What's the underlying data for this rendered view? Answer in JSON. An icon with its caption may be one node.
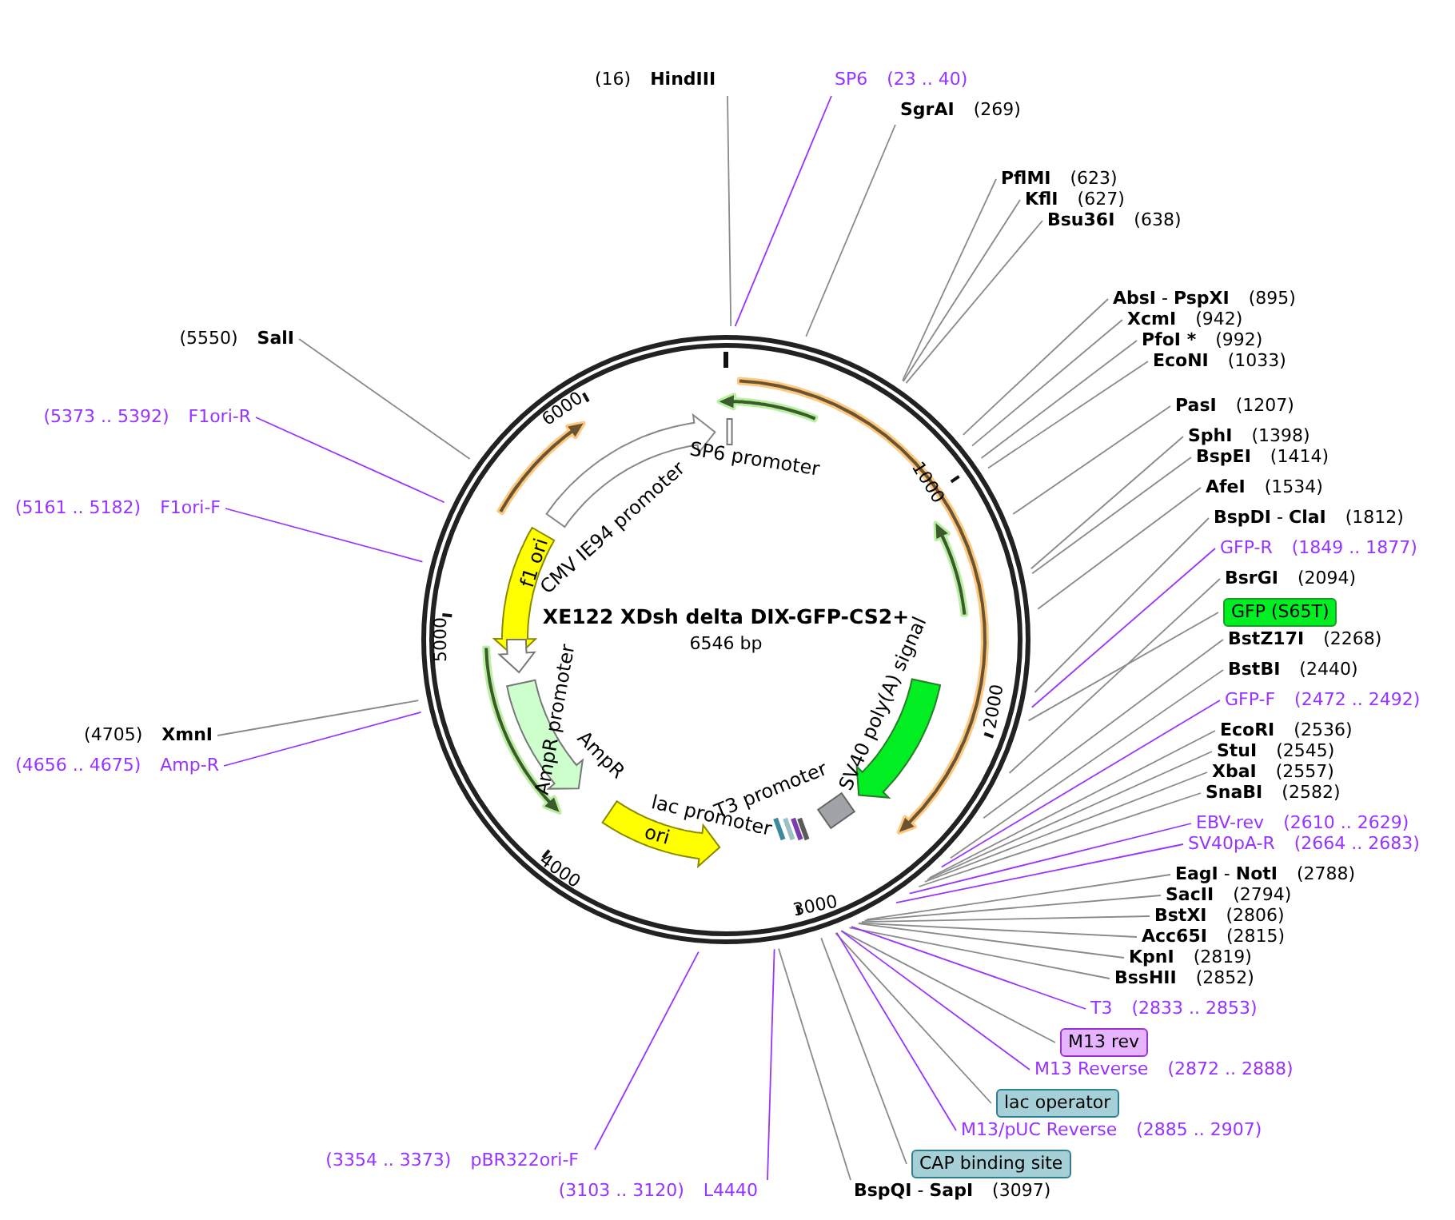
{
  "diagram": {
    "title": "XE122 XDsh delta DIX-GFP-CS2+",
    "nodes": [
      {
        "text": [
          "(16)",
          "HindIII"
        ]
      },
      {
        "text": [
          "SP6",
          "(23 .. 40)"
        ]
      },
      {
        "text": [
          "SgrAI",
          "(269)"
        ]
      },
      {
        "text": [
          "PflMI",
          "(623)"
        ]
      },
      {
        "text": [
          "KflI",
          "(627)"
        ]
      },
      {
        "text": [
          "Bsu36I",
          "(638)"
        ]
      },
      {
        "text": [
          "**AbsI** - **PspXI**",
          "(895)"
        ]
      },
      {
        "text": [
          "XcmI",
          "(942)"
        ]
      },
      {
        "text": [
          "PfoI *",
          "(992)"
        ]
      },
      {
        "text": [
          "EcoNI",
          "(1033)"
        ]
      },
      {
        "text": [
          "PasI",
          "(1207)"
        ]
      },
      {
        "text": [
          "SphI",
          "(1398)"
        ]
      },
      {
        "text": [
          "BspEI",
          "(1414)"
        ]
      },
      {
        "text": [
          "AfeI",
          "(1534)"
        ]
      },
      {
        "text": [
          "**BspDI** - **ClaI**",
          "(1812)"
        ]
      },
      {
        "text": [
          "GFP-R",
          "(1849 .. 1877)"
        ]
      },
      {
        "text": [
          "BsrGI",
          "(2094)"
        ]
      },
      {
        "text": [
          "GFP (S65T)"
        ]
      },
      {
        "text": [
          "BstZ17I",
          "(2268)"
        ]
      },
      {
        "text": [
          "BstBI",
          "(2440)"
        ]
      },
      {
        "text": [
          "GFP-F",
          "(2472 .. 2492)"
        ]
      },
      {
        "text": [
          "EcoRI",
          "(2536)"
        ]
      },
      {
        "text": [
          "StuI",
          "(2545)"
        ]
      },
      {
        "text": [
          "XbaI",
          "(2557)"
        ]
      },
      {
        "text": [
          "SnaBI",
          "(2582)"
        ]
      },
      {
        "text": [
          "EBV-rev",
          "(2610 .. 2629)"
        ]
      },
      {
        "text": [
          "SV40pA-R",
          "(2664 .. 2683)"
        ]
      },
      {
        "text": [
          "**EagI** - **NotI**",
          "(2788)"
        ]
      },
      {
        "text": [
          "SacII",
          "(2794)"
        ]
      },
      {
        "text": [
          "BstXI",
          "(2806)"
        ]
      },
      {
        "text": [
          "Acc65I",
          "(2815)"
        ]
      },
      {
        "text": [
          "KpnI",
          "(2819)"
        ]
      },
      {
        "text": [
          "BssHII",
          "(2852)"
        ]
      },
      {
        "text": [
          "T3",
          "(2833 .. 2853)"
        ]
      },
      {
        "text": [
          "M13 rev"
        ]
      },
      {
        "text": [
          "M13 Reverse",
          "(2872 .. 2888)"
        ]
      },
      {
        "text": [
          "lac operator"
        ]
      },
      {
        "text": [
          "M13/pUC Reverse",
          "(2885 .. 2907)"
        ]
      },
      {
        "text": [
          "CAP binding site"
        ]
      },
      {
        "text": [
          "**BspQI** - **SapI**",
          "(3097)"
        ]
      },
      {
        "text": [
          "(3103 .. 3120)",
          "L4440"
        ]
      },
      {
        "text": [
          "(3354 .. 3373)",
          "pBR322ori-F"
        ]
      },
      {
        "text": [
          "(4656 .. 4675)",
          "Amp-R"
        ]
      },
      {
        "text": [
          "(4705)",
          "XmnI"
        ]
      },
      {
        "text": [
          "(5161 .. 5182)",
          "F1ori-F"
        ]
      },
      {
        "text": [
          "(5373 .. 5392)",
          "F1ori-R"
        ]
      },
      {
        "text": [
          "(5550)",
          "SalI"
        ]
      },
      {
        "text": [
          "SP6 promoter"
        ]
      },
      {
        "text": [
          "CMV IE94 promoter"
        ]
      },
      {
        "text": [
          "f1 ori"
        ]
      },
      {
        "text": [
          "AmpR promoter"
        ]
      },
      {
        "text": [
          "AmpR"
        ]
      },
      {
        "text": [
          "ori"
        ]
      },
      {
        "text": [
          "lac promoter"
        ]
      },
      {
        "text": [
          "T3 promoter"
        ]
      },
      {
        "text": [
          "SV40 poly(A) signal"
        ]
      }
    ],
    "edges": [
      {
        "from": 0,
        "to": null,
        "arrow": "none"
      },
      {
        "from": 1,
        "to": null,
        "arrow": "none",
        "color": "#9933ff"
      },
      {
        "from": 2,
        "to": null,
        "arrow": "none"
      },
      {
        "from": 3,
        "to": null,
        "arrow": "none"
      },
      {
        "from": 4,
        "to": null,
        "arrow": "none"
      },
      {
        "from": 5,
        "to": null,
        "arrow": "none"
      },
      {
        "from": 6,
        "to": null,
        "arrow": "none"
      },
      {
        "from": 7,
        "to": null,
        "arrow": "none"
      },
      {
        "from": 8,
        "to": null,
        "arrow": "none"
      },
      {
        "from": 9,
        "to": null,
        "arrow": "none"
      },
      {
        "from": 10,
        "to": null,
        "arrow": "none"
      },
      {
        "from": 11,
        "to": null,
        "arrow": "none"
      },
      {
        "from": 12,
        "to": null,
        "arrow": "none"
      },
      {
        "from": 13,
        "to": null,
        "arrow": "none"
      },
      {
        "from": 14,
        "to": null,
        "arrow": "none"
      },
      {
        "from": 15,
        "to": null,
        "arrow": "none",
        "color": "#9933ff"
      },
      {
        "from": 16,
        "to": null,
        "arrow": "none"
      },
      {
        "from": 17,
        "to": null,
        "arrow": "none"
      },
      {
        "from": 18,
        "to": null,
        "arrow": "none"
      },
      {
        "from": 19,
        "to": null,
        "arrow": "none"
      },
      {
        "from": 20,
        "to": null,
        "arrow": "none",
        "color": "#9933ff"
      },
      {
        "from": 21,
        "to": null,
        "arrow": "none"
      },
      {
        "from": 22,
        "to": null,
        "arrow": "none"
      },
      {
        "from": 23,
        "to": null,
        "arrow": "none"
      },
      {
        "from": 24,
        "to": null,
        "arrow": "none"
      },
      {
        "from": 25,
        "to": null,
        "arrow": "none",
        "color": "#9933ff"
      },
      {
        "from": 26,
        "to": null,
        "arrow": "none",
        "color": "#9933ff"
      },
      {
        "from": 27,
        "to": null,
        "arrow": "none"
      },
      {
        "from": 28,
        "to": null,
        "arrow": "none"
      },
      {
        "from": 29,
        "to": null,
        "arrow": "none"
      },
      {
        "from": 30,
        "to": null,
        "arrow": "none"
      },
      {
        "from": 31,
        "to": null,
        "arrow": "none"
      },
      {
        "from": 32,
        "to": null,
        "arrow": "none"
      },
      {
        "from": 33,
        "to": null,
        "arrow": "none",
        "color": "#9933ff"
      },
      {
        "from": 34,
        "to": null,
        "arrow": "none"
      },
      {
        "from": 35,
        "to": null,
        "arrow": "none",
        "color": "#9933ff"
      },
      {
        "from": 36,
        "to": null,
        "arrow": "none"
      },
      {
        "from": 37,
        "to": null,
        "arrow": "none",
        "color": "#9933ff"
      },
      {
        "from": 38,
        "to": null,
        "arrow": "none"
      },
      {
        "from": 39,
        "to": null,
        "arrow": "none"
      },
      {
        "from": 40,
        "to": null,
        "arrow": "none",
        "color": "#9933ff"
      },
      {
        "from": 41,
        "to": null,
        "arrow": "none",
        "color": "#9933ff"
      },
      {
        "from": 42,
        "to": null,
        "arrow": "none",
        "color": "#9933ff"
      },
      {
        "from": 43,
        "to": null,
        "arrow": "none"
      },
      {
        "from": 44,
        "to": null,
        "arrow": "none",
        "color": "#9933ff"
      },
      {
        "from": 45,
        "to": null,
        "arrow": "none",
        "color": "#9933ff"
      },
      {
        "from": 46,
        "to": null,
        "arrow": "none"
      }
    ],
    "labels": [
      "1000",
      "2000",
      "3000",
      "4000",
      "5000",
      "6000",
      "6546 bp"
    ]
  }
}
